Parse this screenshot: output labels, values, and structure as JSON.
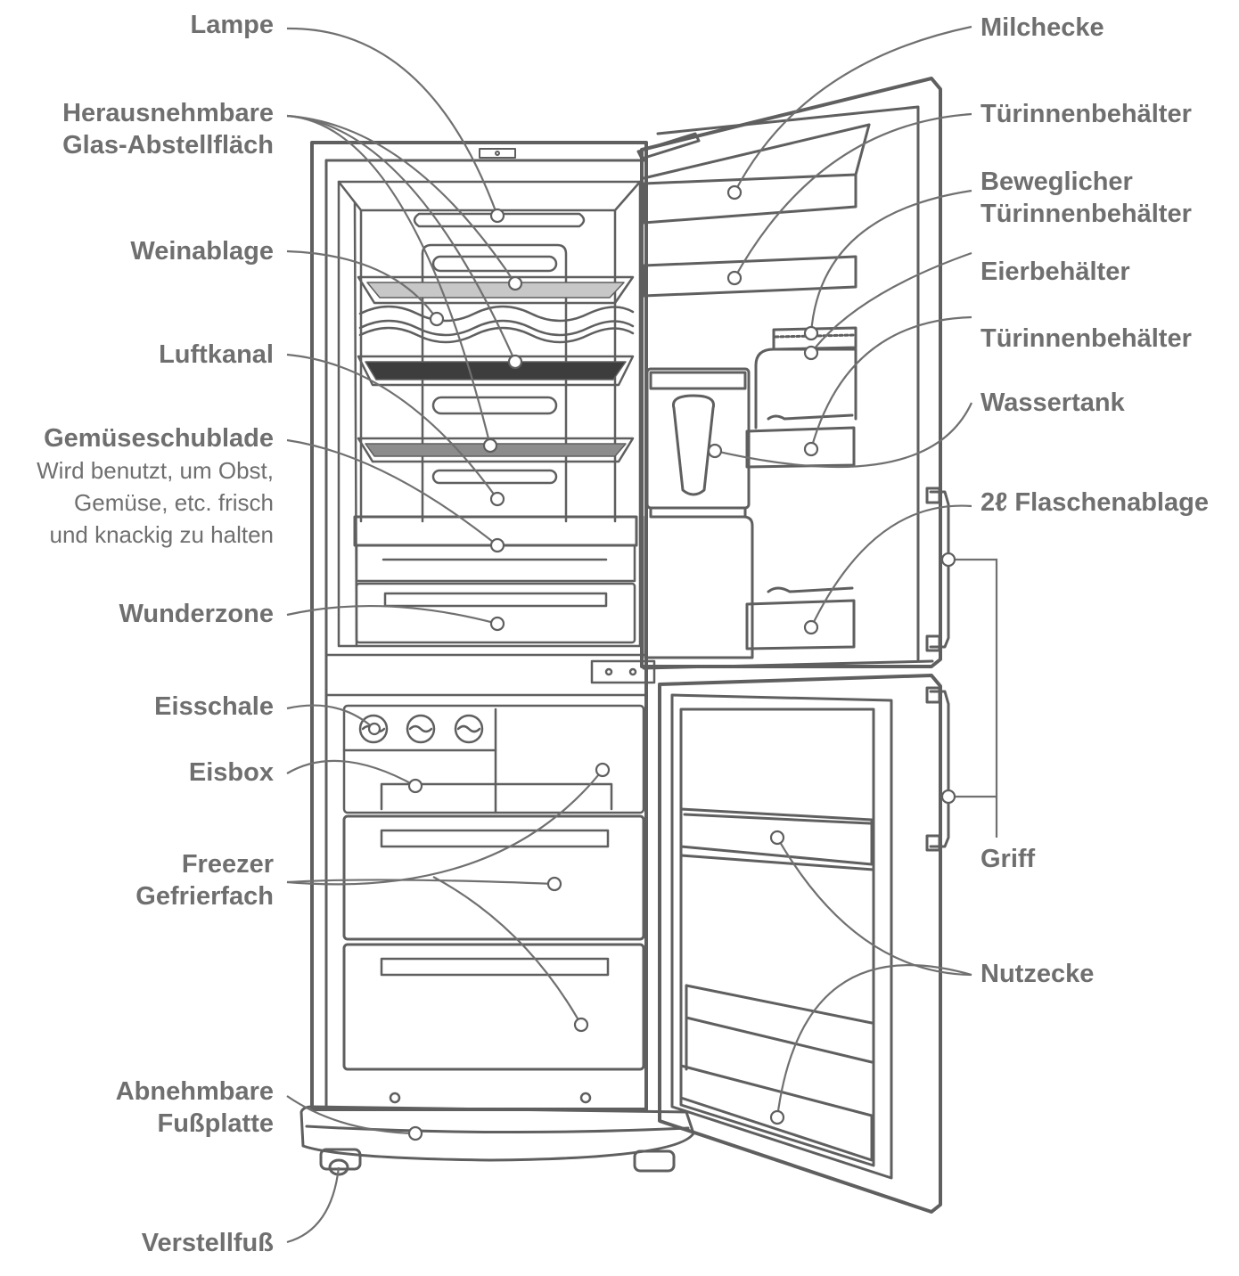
{
  "labels": {
    "lampe": "Lampe",
    "glas_1": "Herausnehmbare",
    "glas_2": "Glas-Abstellfläch",
    "weinablage": "Weinablage",
    "luftkanal": "Luftkanal",
    "gemuese": "Gemüseschublade",
    "gemuese_desc_1": "Wird benutzt, um Obst,",
    "gemuese_desc_2": "Gemüse, etc. frisch",
    "gemuese_desc_3": "und knackig zu halten",
    "wunderzone": "Wunderzone",
    "eisschale": "Eisschale",
    "eisbox": "Eisbox",
    "freezer_1": "Freezer",
    "freezer_2": "Gefrierfach",
    "fussplatte_1": "Abnehmbare",
    "fussplatte_2": "Fußplatte",
    "verstellfuss": "Verstellfuß",
    "milchecke": "Milchecke",
    "tuer1": "Türinnenbehälter",
    "beweglich_1": "Beweglicher",
    "beweglich_2": "Türinnenbehälter",
    "eier": "Eierbehälter",
    "tuer2": "Türinnenbehälter",
    "wassertank": "Wassertank",
    "flaschen": "2ℓ Flaschenablage",
    "griff": "Griff",
    "nutzecke": "Nutzecke"
  },
  "colors": {
    "ink": "#5f5f5f",
    "label": "#6f6f6f",
    "leader": "#707070"
  }
}
